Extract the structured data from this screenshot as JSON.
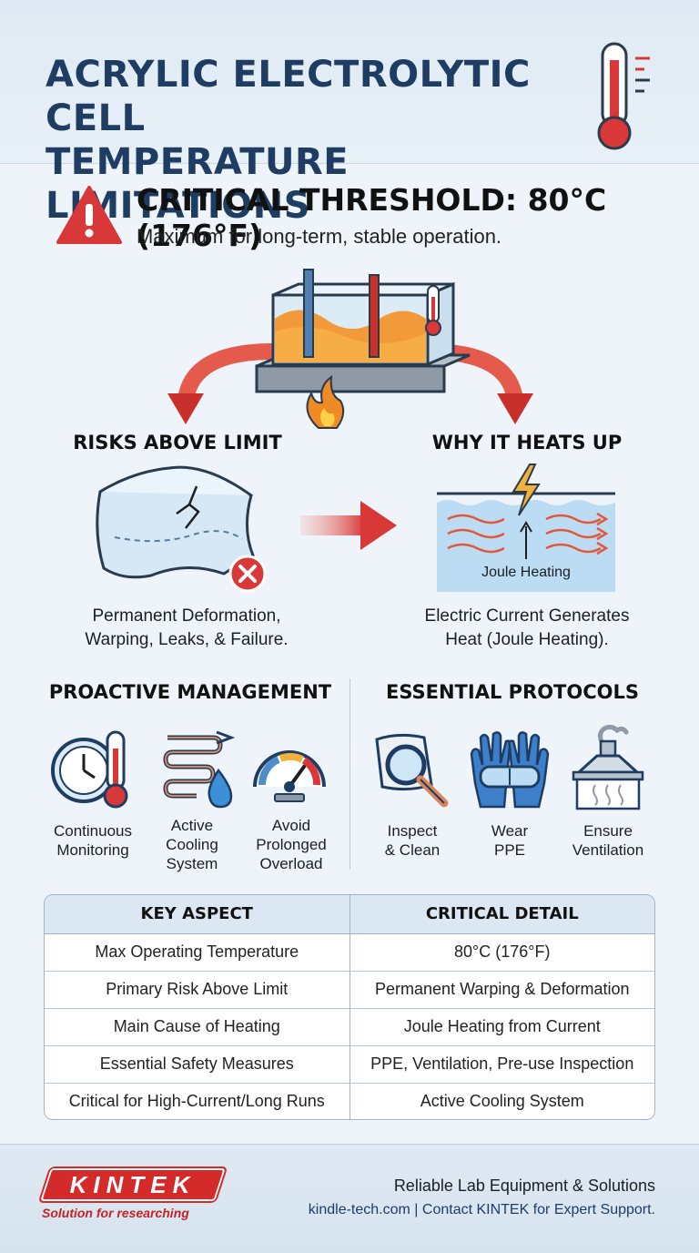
{
  "header": {
    "title_line1": "ACRYLIC ELECTROLYTIC CELL",
    "title_line2": "TEMPERATURE LIMITATIONS"
  },
  "threshold": {
    "title": "CRITICAL THRESHOLD: 80°C (176°F)",
    "subtitle": "Maximum for long-term, stable operation."
  },
  "risks": {
    "heading": "RISKS ABOVE LIMIT",
    "caption_line1": "Permanent Deformation,",
    "caption_line2": "Warping, Leaks, & Failure."
  },
  "heating": {
    "heading": "WHY IT HEATS UP",
    "diagram_label": "Joule Heating",
    "caption_line1": "Electric Current Generates",
    "caption_line2": "Heat (Joule Heating)."
  },
  "management": {
    "heading": "PROACTIVE MANAGEMENT",
    "items": [
      {
        "line1": "Continuous",
        "line2": "Monitoring",
        "line3": ""
      },
      {
        "line1": "Active",
        "line2": "Cooling",
        "line3": "System"
      },
      {
        "line1": "Avoid",
        "line2": "Prolonged",
        "line3": "Overload"
      }
    ]
  },
  "protocols": {
    "heading": "ESSENTIAL PROTOCOLS",
    "items": [
      {
        "line1": "Inspect",
        "line2": "& Clean"
      },
      {
        "line1": "Wear",
        "line2": "PPE"
      },
      {
        "line1": "Ensure",
        "line2": "Ventilation"
      }
    ]
  },
  "table": {
    "headers": [
      "KEY ASPECT",
      "CRITICAL DETAIL"
    ],
    "rows": [
      [
        "Max Operating Temperature",
        "80°C (176°F)"
      ],
      [
        "Primary Risk Above Limit",
        "Permanent Warping & Deformation"
      ],
      [
        "Main Cause of Heating",
        "Joule Heating from Current"
      ],
      [
        "Essential Safety Measures",
        "PPE, Ventilation, Pre-use Inspection"
      ],
      [
        "Critical for High-Current/Long Runs",
        "Active Cooling System"
      ]
    ]
  },
  "footer": {
    "brand": "KINTEK",
    "tagline": "Solution for researching",
    "line1": "Reliable Lab Equipment & Solutions",
    "line2": "kindle-tech.com | Contact KINTEK for Expert Support."
  },
  "colors": {
    "title": "#1f3d63",
    "warning": "#d93838",
    "arrow": "#e24a3a",
    "water": "#bcdcf3",
    "brand": "#d42a2a"
  }
}
